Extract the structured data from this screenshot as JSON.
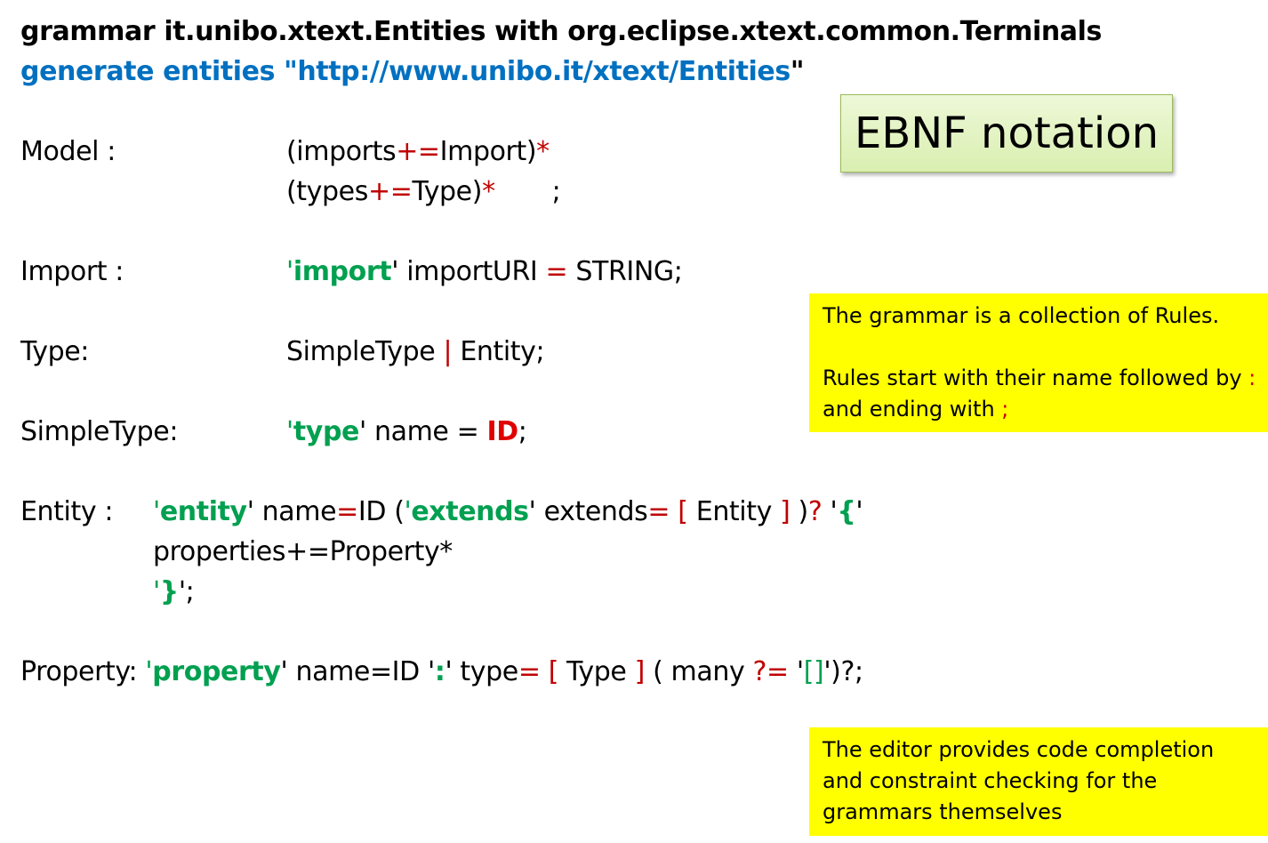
{
  "header": {
    "line1": "grammar it.unibo.xtext.Entities with org.eclipse.xtext.common.Terminals",
    "line2_blue": "generate entities \"http://www.unibo.it/xtext/Entities",
    "line2_end": "\""
  },
  "callout": {
    "ebnf": "EBNF notation"
  },
  "rules": {
    "model": {
      "name": "Model :",
      "l1a": "(imports",
      "l1op": "+=",
      "l1b": "Import)",
      "l1star": "*",
      "l2a": "(types",
      "l2op": "+=",
      "l2b": "Type)",
      "l2star": "*",
      "l2end": "       ;"
    },
    "import": {
      "name": "Import :",
      "q1": "'",
      "kw": "import",
      "q2": "'",
      "b1": " importURI ",
      "op": "=",
      "b2": " STRING;"
    },
    "type": {
      "name": "Type:",
      "a": "SimpleType ",
      "bar": "|",
      "b": " Entity;"
    },
    "simpletype": {
      "name": "SimpleType:",
      "q1": "'",
      "kw": "type",
      "q2": "'",
      "a": " name = ",
      "id": "ID",
      "end": ";"
    },
    "entity": {
      "name": "Entity :",
      "q1": "'",
      "kw": "entity",
      "q2": "' name",
      "eq1": "=",
      "a": "ID (",
      "q3": "'",
      "kw2": "extends",
      "q4": "' extends",
      "eq2": "=",
      "lb": " [",
      "ent": " Entity ",
      "rb": "]",
      "cl": " )",
      "qm": "?",
      "sp": " '",
      "brace_open": "{",
      "q5": "'",
      "l2": "properties+=Property*",
      "l3q1": "'",
      "brace_close": "}",
      "l3end": "';"
    },
    "property": {
      "name": "Property:",
      "sp": " ",
      "q1": "'",
      "kw": "property",
      "q2": "' name=ID '",
      "colon": ":",
      "q3": "' type",
      "eq1": "=",
      "lb": " [",
      "t": " Type ",
      "rb": "]",
      "a": " ( many ",
      "qe": "?=",
      "b": " '",
      "brk": "[]",
      "end": "')?;"
    }
  },
  "notes": {
    "note1": {
      "line1": "The grammar is a collection of Rules.",
      "line2a": "Rules start with their name followed by ",
      "colon": ":",
      "line3a": "and ending with ",
      "semi": ";"
    },
    "note2": {
      "line1": "The editor provides code completion",
      "line2": "and constraint checking for the",
      "line3": "grammars themselves"
    }
  }
}
